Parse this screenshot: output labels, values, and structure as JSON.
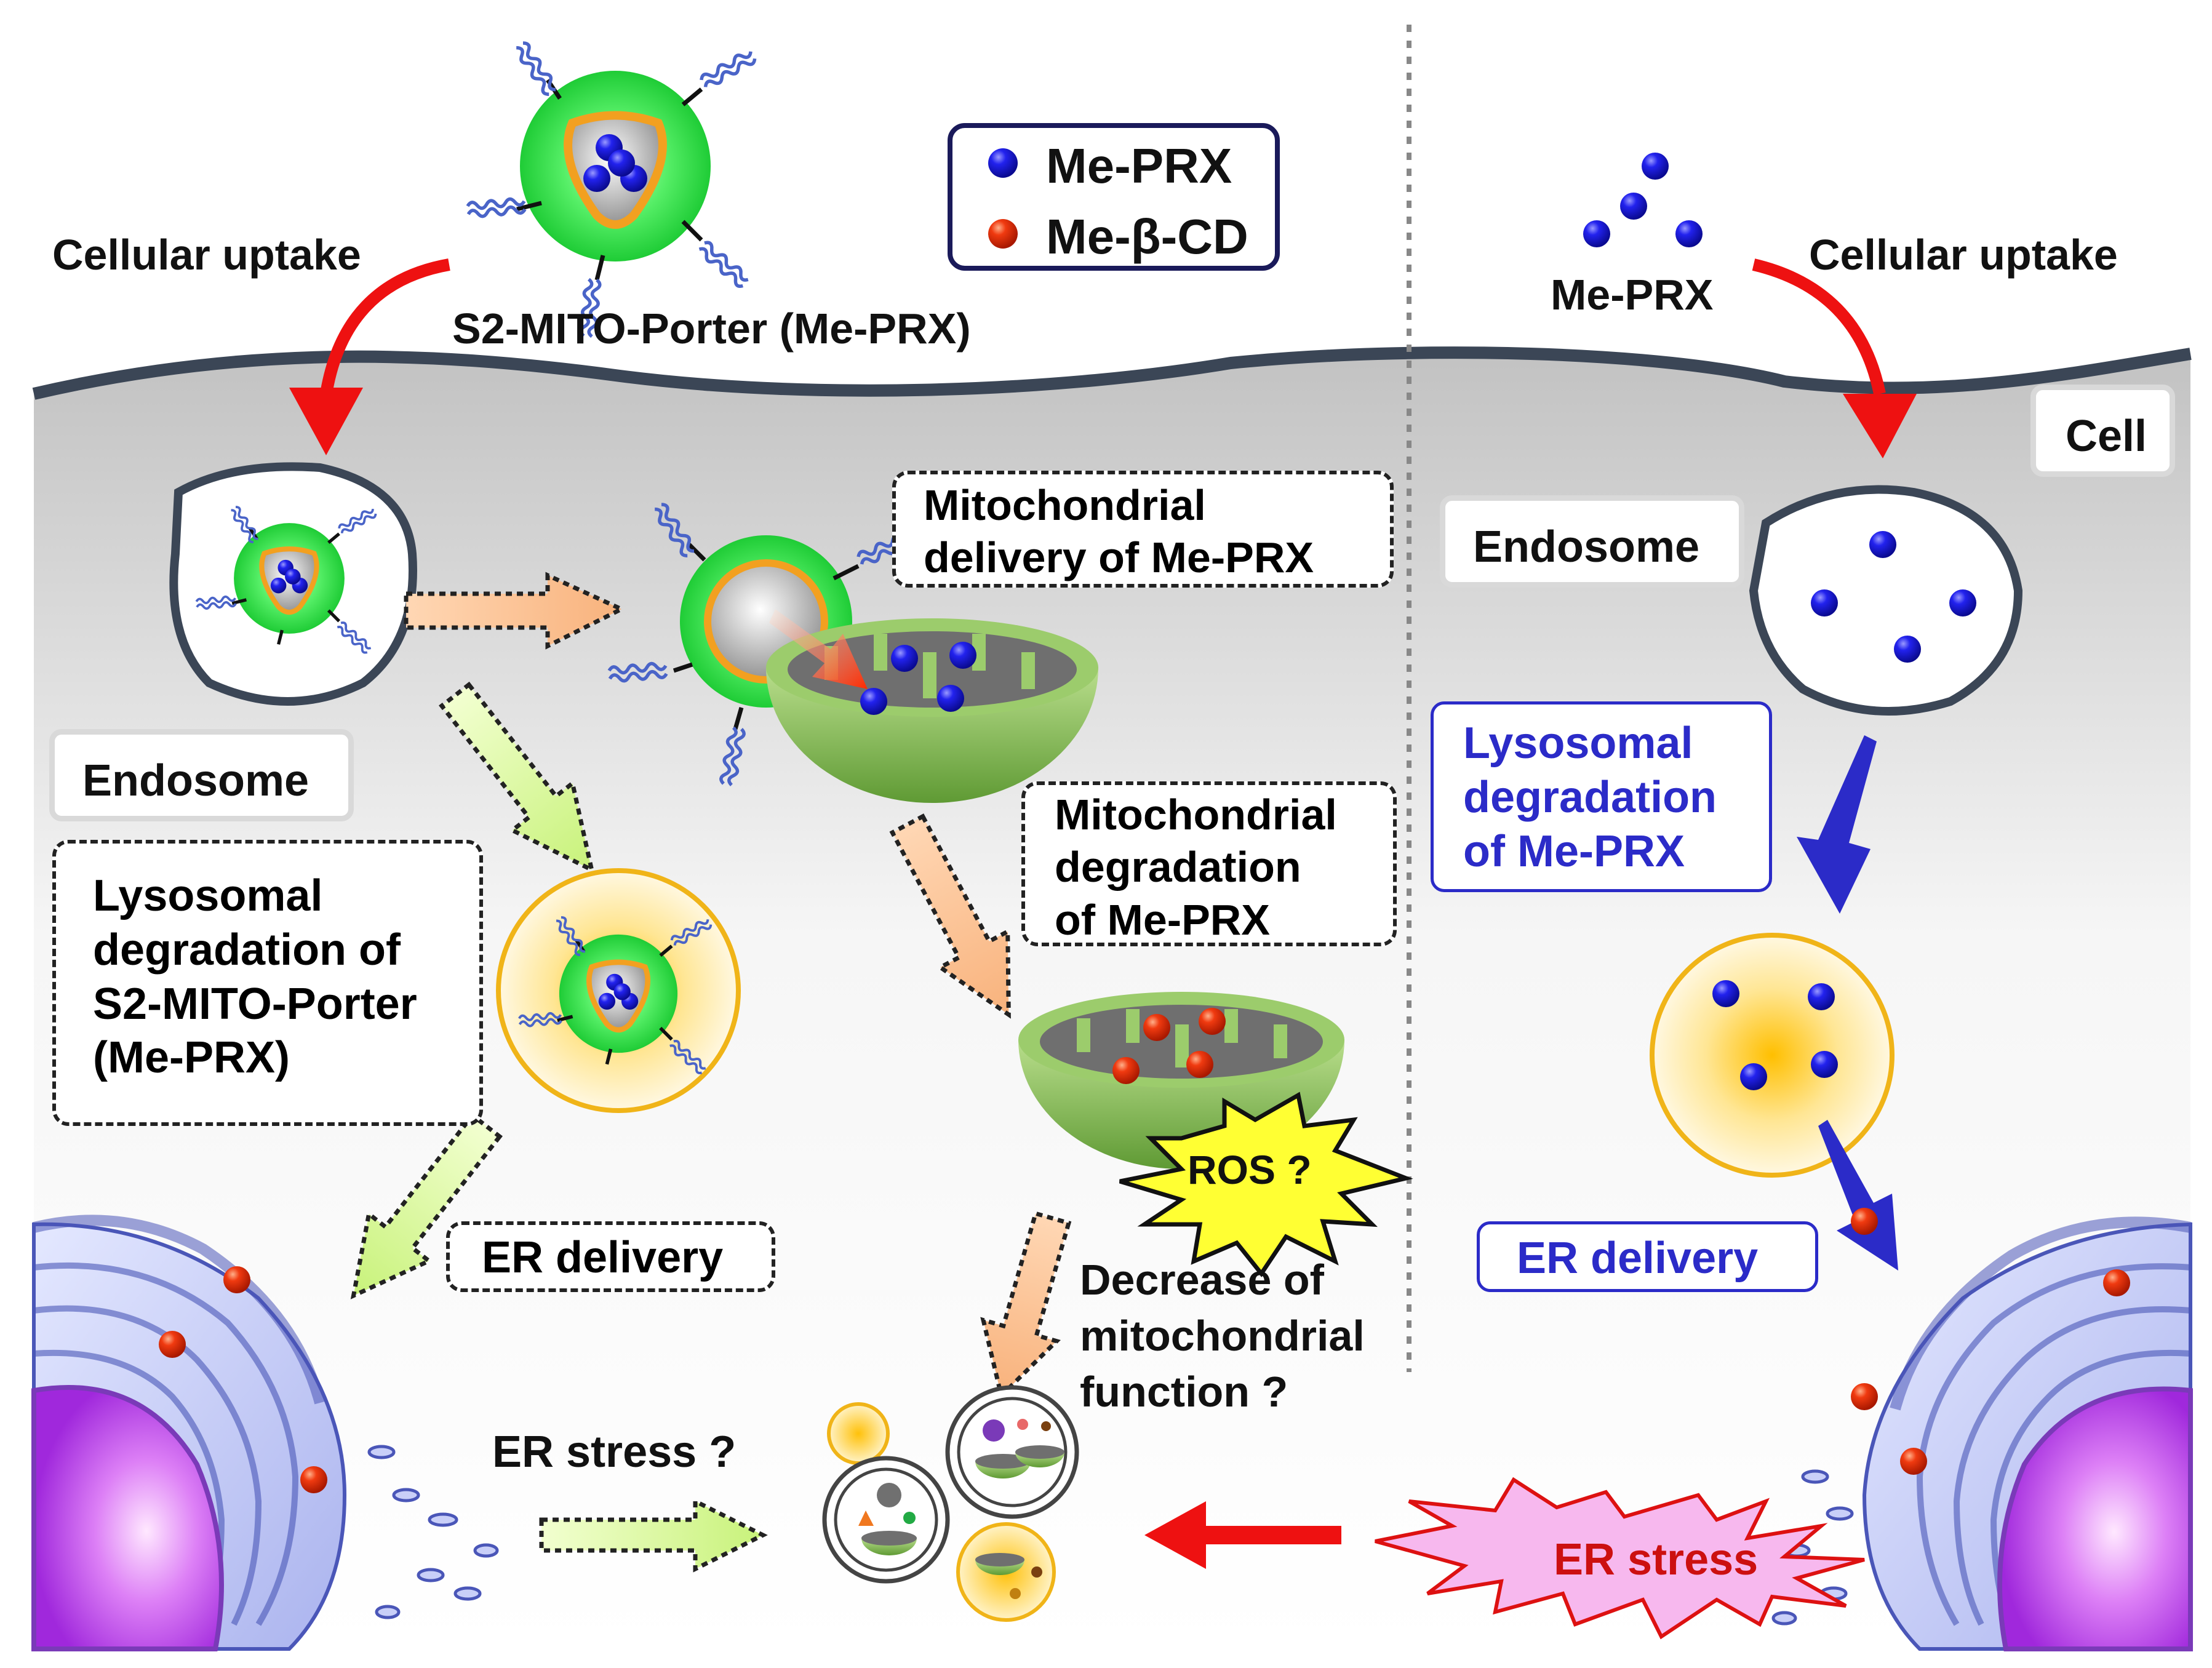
{
  "legend": {
    "drug": "Me-PRX",
    "cd": "Me-β-CD"
  },
  "left": {
    "uptake": "Cellular uptake",
    "carrier": "S2-MITO-Porter (Me-PRX)",
    "endosome": "Endosome",
    "mito_delivery": [
      "Mitochondrial",
      "delivery of Me-PRX"
    ],
    "mito_degradation": [
      "Mitochondrial",
      "degradation",
      "of Me-PRX"
    ],
    "lysosomal": [
      "Lysosomal",
      "degradation of",
      "S2-MITO-Porter",
      "(Me-PRX)"
    ],
    "er_delivery": "ER delivery",
    "ros": "ROS ?",
    "decrease": [
      "Decrease of",
      "mitochondrial",
      "function ?"
    ],
    "er_stress_q": "ER stress ?"
  },
  "right": {
    "drug": "Me-PRX",
    "uptake": "Cellular uptake",
    "cell": "Cell",
    "endosome": "Endosome",
    "lysosomal": [
      "Lysosomal",
      "degradation",
      "of Me-PRX"
    ],
    "er_delivery": "ER delivery",
    "er_stress": "ER stress"
  },
  "colors": {
    "drug_blue": "#1818e0",
    "cd_red": "#e83010",
    "carrier_green": "#33dd44",
    "mito_green": "#8dc060",
    "er_purple": "#8f9ae0",
    "nucleus_purple": "#b040e0",
    "lysosome_yellow": "#ffd040",
    "arrow_red": "#ee1111",
    "arrow_blue": "#2b2bc8",
    "ros_yellow": "#ffff33",
    "er_stress_pink": "#f7b8ee"
  }
}
